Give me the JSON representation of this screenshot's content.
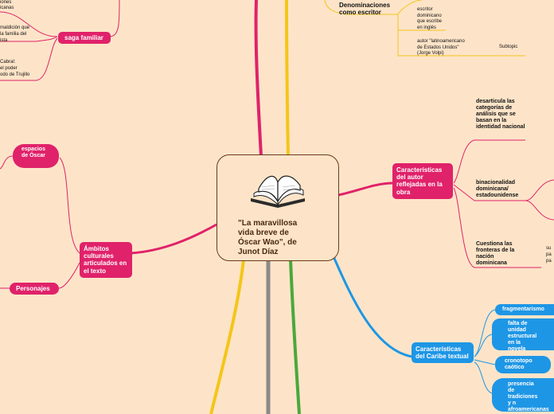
{
  "central": {
    "title": "\"La maravillosa\nvida breve de\nÓscar Wao\", de\nJunot Díaz",
    "icon": "open-book-icon"
  },
  "left": {
    "saga_familiar": "saga familiar",
    "snip_top_1": "iones",
    "snip_top_2": "icanas",
    "snip_mid_1": "maldición que",
    "snip_mid_2": "la familia del",
    "snip_mid_3": "ista",
    "snip_bot_1": "Cabral:",
    "snip_bot_2": "el poder",
    "snip_bot_3": "odo de Trujillo",
    "ambitos": "Ámbitos culturales articulados en el texto",
    "espacios": "espacios de Óscar",
    "personajes": "Personajes"
  },
  "top_right": {
    "denominaciones": "Denominaciones como escritor",
    "sub1": "escritor\ndominicano\nque escribe\nen inglés",
    "sub2": "autor \"latinoamericano\nde Estados Unidos\"\n(Jorge Volpi)",
    "subtopic": "Subtopic"
  },
  "right": {
    "caracteristicas_autor": "Características del autor reflejadas en la obra",
    "desarticula": "desarticula las categorías de análisis que se basan en la identidad nacional",
    "binacionalidad": "binacionalidad dominicana/ estadounidense",
    "cuestiona": "Cuestiona las fronteras de la nación dominicana",
    "snip_su": "su",
    "snip_pa1": "pa",
    "snip_pa2": "pa",
    "caracteristicas_caribe": "Características del Caribe textual",
    "fragmentarismo": "fragmentarismo",
    "falta_unidad": "falta de unidad estructural en la novela",
    "cronotopo": "cronotopo caótico",
    "presencia": "presencia de tradiciones y n afroamericanas norteamericana"
  },
  "colors": {
    "background": "#fde4c8",
    "pink": "#e0226a",
    "blue": "#1e96e6",
    "yellow": "#f5c518",
    "green": "#4aa83c",
    "gray": "#8a8a8a",
    "brown": "#6b3a1a"
  }
}
